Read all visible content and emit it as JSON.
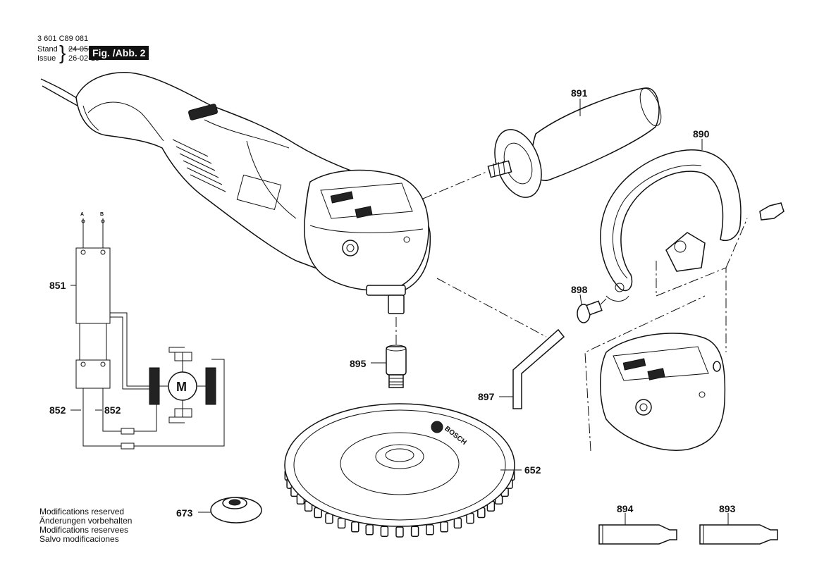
{
  "header": {
    "doc_number": "3 601 C89 081",
    "stand_label": "Stand",
    "issue_label": "Issue",
    "stand_date_old": "24-05-21",
    "issue_date": "26-02-13",
    "figure_tag": "Fig. /Abb. 2"
  },
  "callouts": {
    "p891": "891",
    "p890": "890",
    "p898": "898",
    "p895": "895",
    "p897": "897",
    "p652": "652",
    "p673": "673",
    "p894": "894",
    "p893": "893",
    "p851": "851",
    "p852a": "852",
    "p852b": "852"
  },
  "schematic": {
    "terminal_a": "A",
    "terminal_b": "B",
    "motor_symbol": "M"
  },
  "brand_mark": "BOSCH",
  "notes": [
    "Modifications reserved",
    "Änderungen vorbehalten",
    "Modifications reservees",
    "Salvo modificaciones"
  ]
}
